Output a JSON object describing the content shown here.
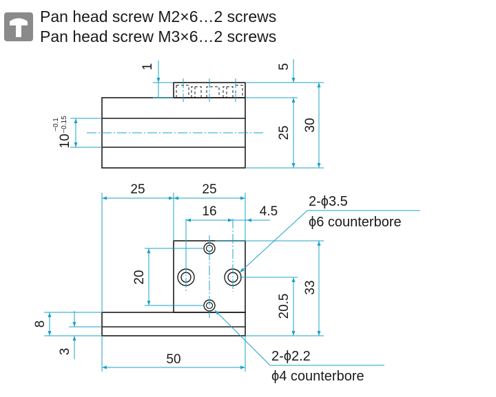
{
  "header": {
    "icon": "screw-icon",
    "lines": [
      "Pan head screw M2×6…2 screws",
      "Pan head screw M3×6…2 screws"
    ]
  },
  "colors": {
    "outline": "#1a1a1a",
    "dimension": "#1aa0c8",
    "icon_bg": "#8a8a8a"
  },
  "side_view": {
    "dim_1": "1",
    "dim_5": "5",
    "dim_25": "25",
    "dim_30": "30",
    "tol_base": "10",
    "tol_upper": "−0.1",
    "tol_lower": "−0.15"
  },
  "front_view": {
    "dim_left_25": "25",
    "dim_right_25": "25",
    "dim_16": "16",
    "dim_4_5": "4.5",
    "dim_20": "20",
    "dim_20_5": "20.5",
    "dim_33": "33",
    "dim_8": "8",
    "dim_3": "3",
    "dim_50": "50",
    "callout_large_qty": "2-ϕ3.5",
    "callout_large_cb": "ϕ6 counterbore",
    "callout_small_qty": "2-ϕ2.2",
    "callout_small_cb": "ϕ4 counterbore"
  }
}
